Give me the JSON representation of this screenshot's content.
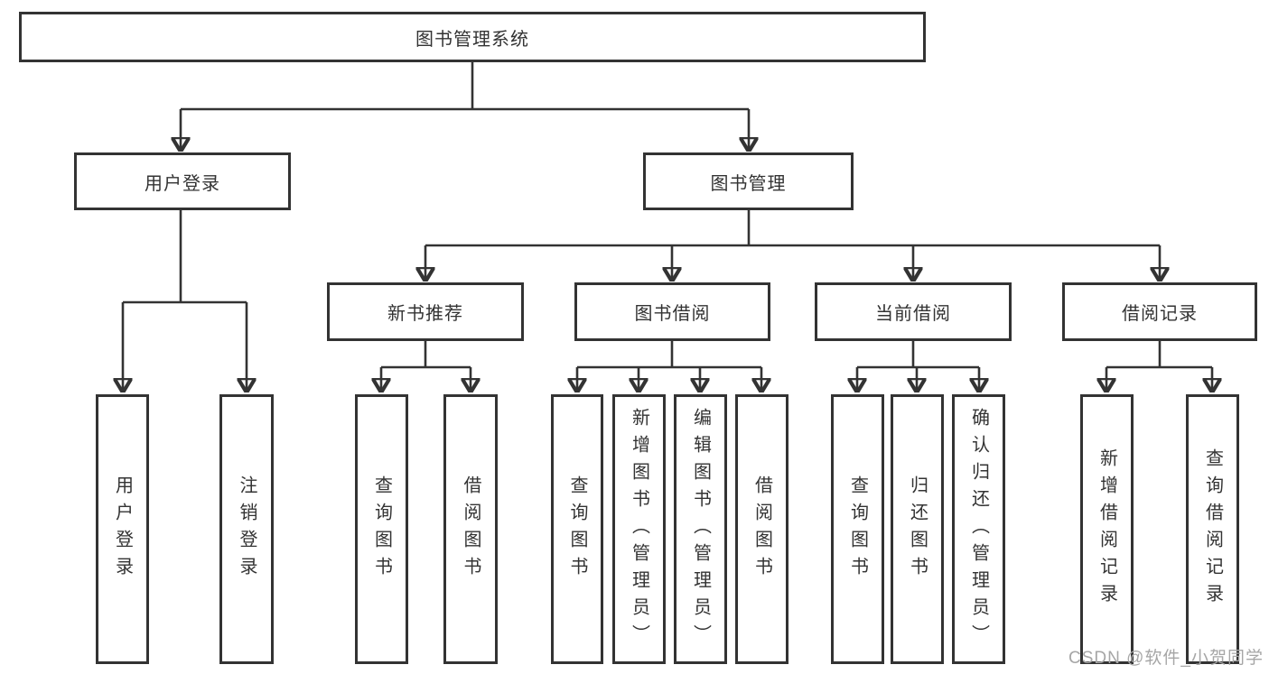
{
  "nodes": {
    "root": "图书管理系统",
    "user_login": "用户登录",
    "book_management": "图书管理",
    "new_book_recommend": "新书推荐",
    "book_borrowing": "图书借阅",
    "current_borrowing": "当前借阅",
    "borrowing_records": "借阅记录",
    "leaf_user_login": "用户登录",
    "leaf_logout": "注销登录",
    "leaf_recommend_query_books": "查询图书",
    "leaf_recommend_borrow_books": "借阅图书",
    "leaf_borrow_query_books": "查询图书",
    "leaf_borrow_add_books": "新增图书（管理员）",
    "leaf_borrow_edit_books": "编辑图书（管理员）",
    "leaf_borrow_borrow_books": "借阅图书",
    "leaf_current_query_books": "查询图书",
    "leaf_current_return_books": "归还图书",
    "leaf_current_confirm_return": "确认归还（管理员）",
    "leaf_records_add_record": "新增借阅记录",
    "leaf_records_query_record": "查询借阅记录"
  },
  "watermark": "CSDN @软件_小贺同学",
  "colors": {
    "line": "#333333",
    "text": "#333333",
    "background": "#ffffff",
    "watermark": "#a6a6a6"
  }
}
